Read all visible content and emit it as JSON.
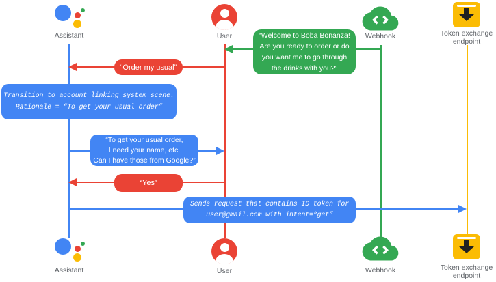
{
  "colors": {
    "blue": "#4285f4",
    "red": "#ea4335",
    "green": "#34a853",
    "yellow": "#fbbc04",
    "label": "#5f6368",
    "icon_dark": "#212121",
    "bubble_text": "#ffffff"
  },
  "actors": {
    "assistant": {
      "label": "Assistant"
    },
    "user": {
      "label": "User"
    },
    "webhook": {
      "label": "Webhook"
    },
    "token": {
      "label_line1": "Token exchange",
      "label_line2": "endpoint"
    }
  },
  "messages": {
    "welcome": {
      "line1": "“Welcome to Boba Bonanza!",
      "line2": "Are you ready to order or do",
      "line3": "you want me to go through",
      "line4": "the drinks with you?”"
    },
    "order_usual": {
      "text": "“Order my usual”"
    },
    "transition_note": {
      "line1": "Transition to account linking system scene.",
      "line2": "Rationale = “To get your usual order”"
    },
    "ask_info": {
      "line1": "“To get your usual order,",
      "line2": "I need your name, etc.",
      "line3": "Can I have those from Google?”"
    },
    "yes": {
      "text": "“Yes”"
    },
    "sends_request": {
      "line1": "Sends request that contains ID token for",
      "line2": "user@gmail.com with intent=“get”"
    }
  }
}
